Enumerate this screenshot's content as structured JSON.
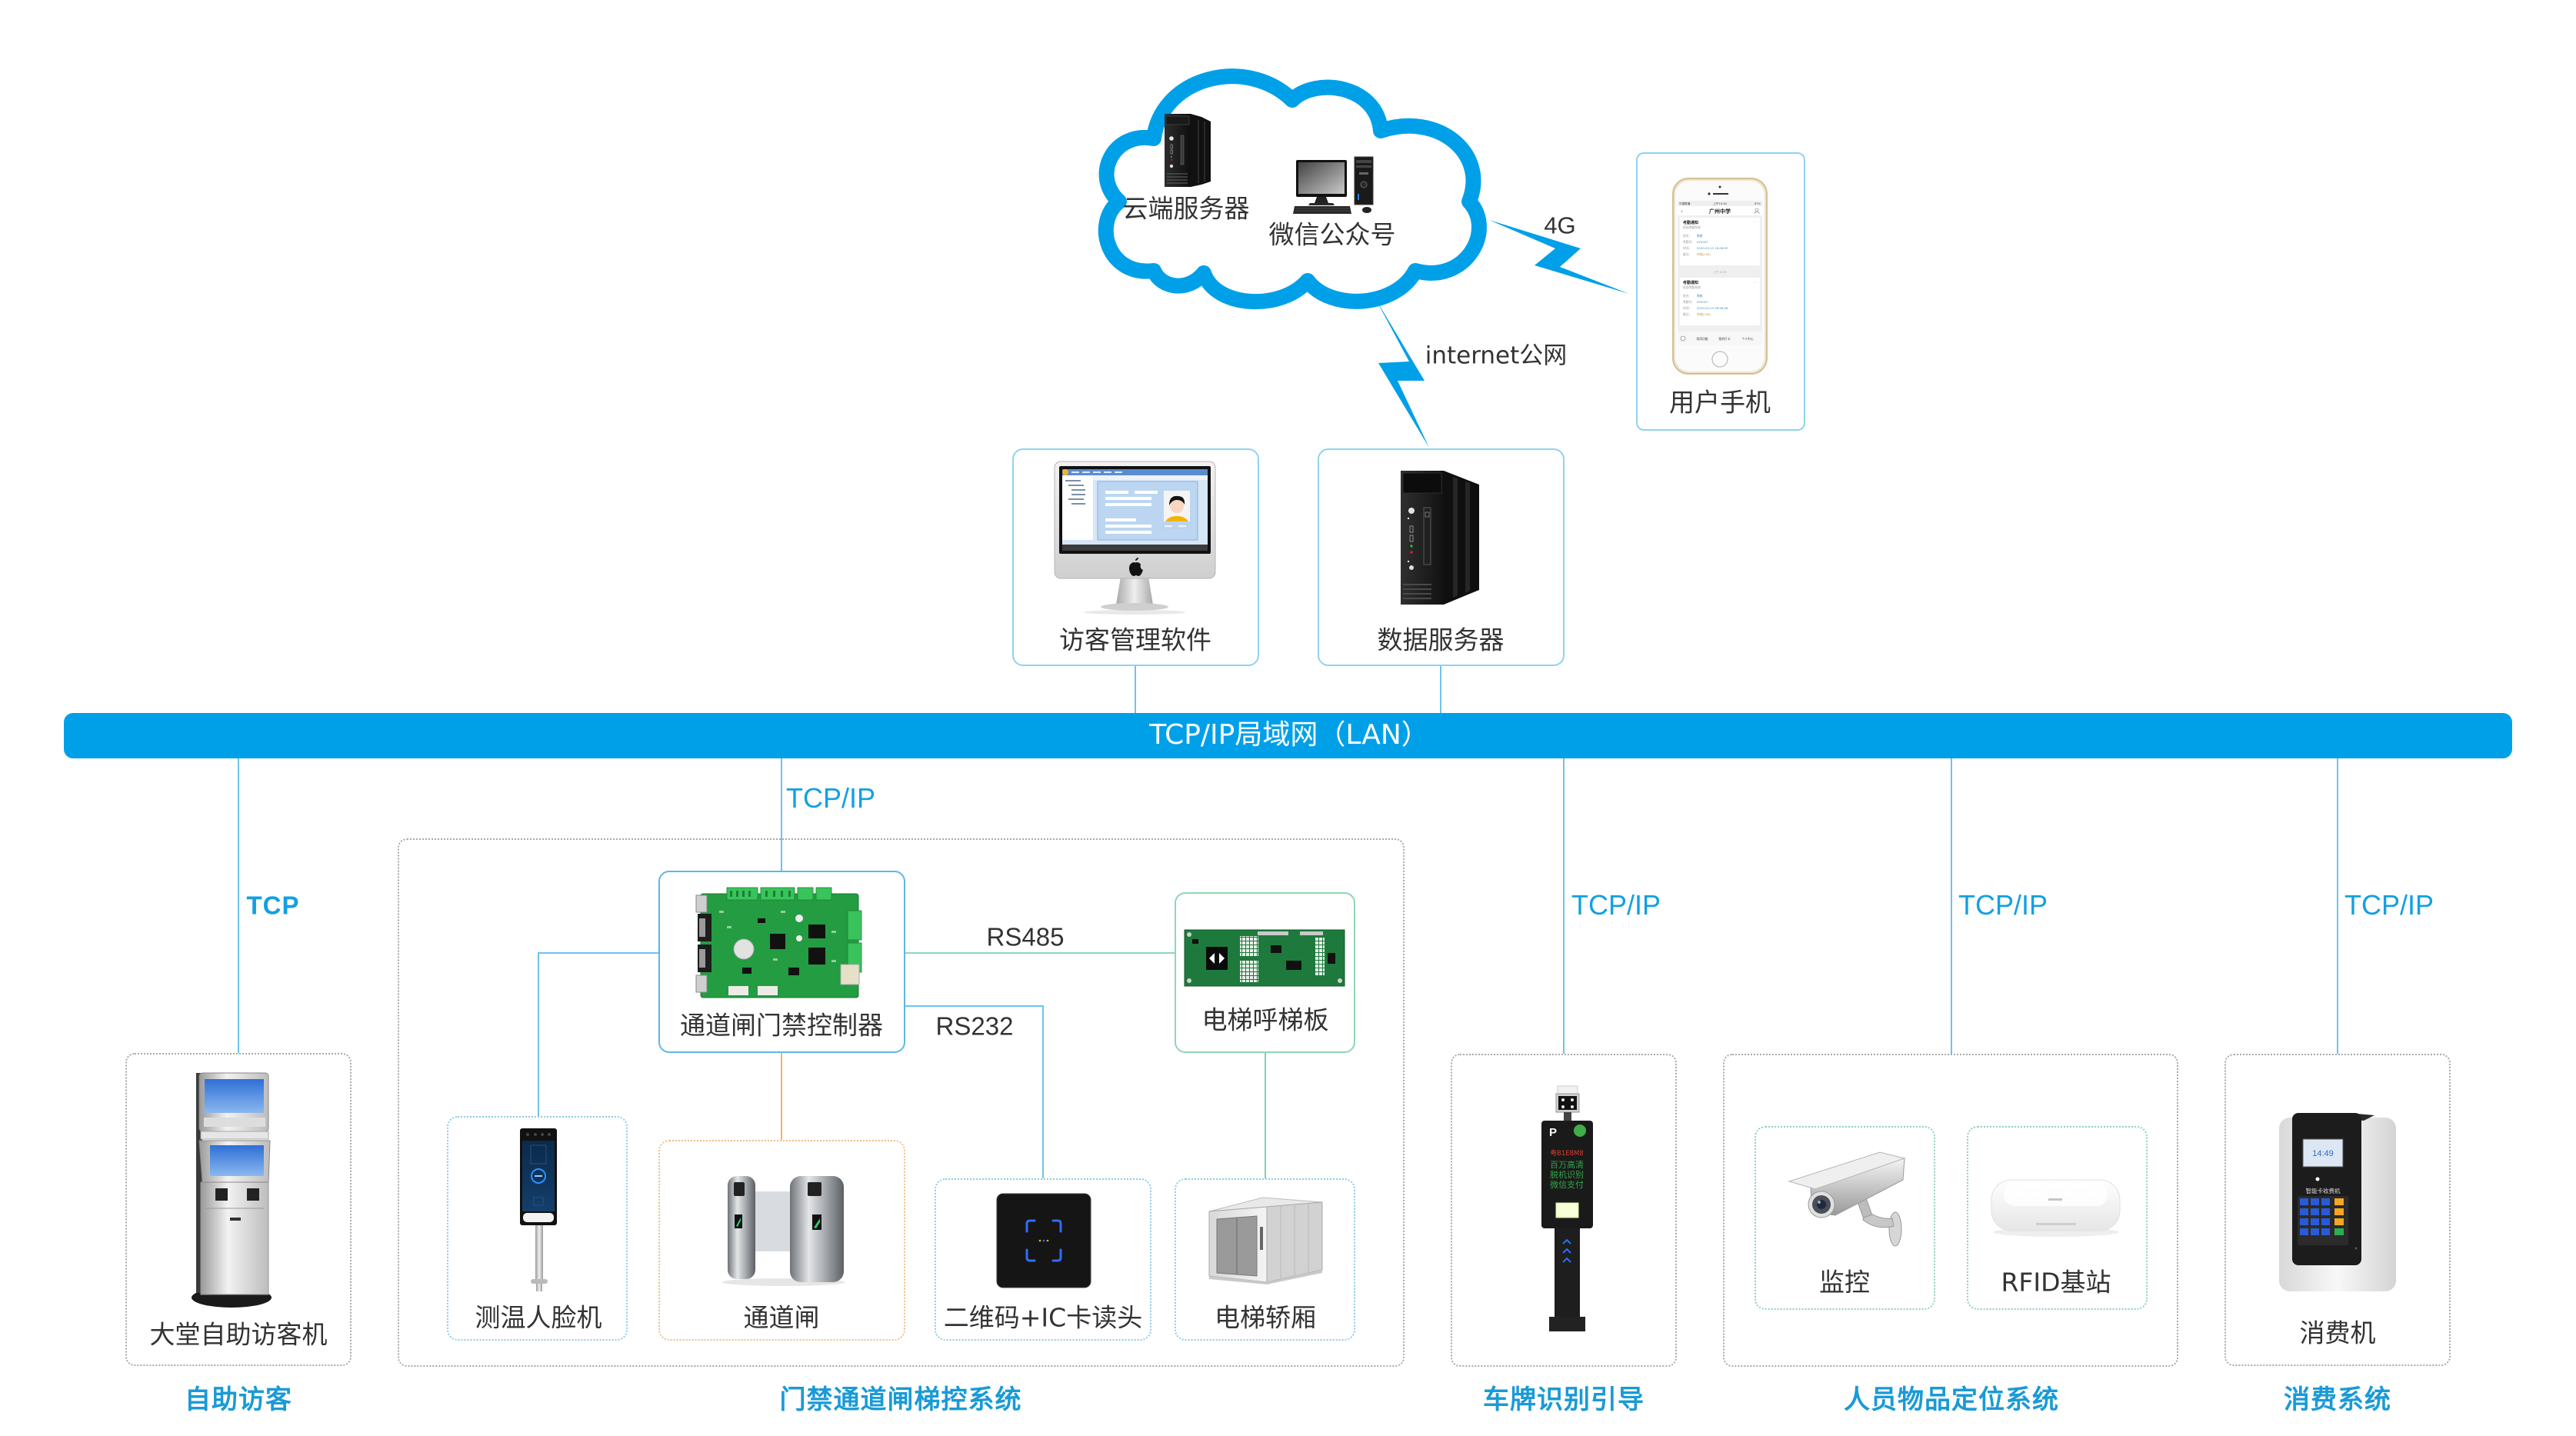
{
  "cloud": {
    "server": {
      "label": "云端服务器",
      "icon": "server-tower-icon"
    },
    "wechat": {
      "label": "微信公众号",
      "icon": "desktop-computer-icon"
    }
  },
  "links": {
    "mobile": "4G",
    "internet": "internet公网"
  },
  "phone": {
    "label": "用户手机",
    "icon": "smartphone-icon",
    "screen": {
      "carrier": "中国联通",
      "time": "上午10:34",
      "battery": "67%",
      "title": "广州中学",
      "divider_time": "上午 8:59",
      "cards": [
        {
          "title": "考勤通知",
          "subtitle": "校园考勤系统",
          "rows": [
            {
              "label": "姓名:",
              "value": "陈航"
            },
            {
              "label": "考勤号:",
              "value": "XY0007"
            },
            {
              "label": "时间:",
              "value": "2020-05-12 19:06:03"
            },
            {
              "label": "备注:",
              "value": "终端[138]"
            }
          ]
        },
        {
          "title": "考勤通知",
          "subtitle": "校园考勤系统",
          "rows": [
            {
              "label": "姓名:",
              "value": "陈航"
            },
            {
              "label": "考勤号:",
              "value": "XY0007"
            },
            {
              "label": "时间:",
              "value": "2020-05-13 08:58:56"
            },
            {
              "label": "备注:",
              "value": "终端[138]"
            }
          ]
        }
      ],
      "tabs": [
        "常用功能",
        "我的打卡",
        "个人中心"
      ]
    }
  },
  "servers": {
    "visitor_software": {
      "label": "访客管理软件",
      "icon": "imac-monitor-icon"
    },
    "data_server": {
      "label": "数据服务器",
      "icon": "server-tower-icon"
    }
  },
  "lan": {
    "label": "TCP/IP局域网（LAN）"
  },
  "protocols": {
    "self_service": "TCP",
    "access_control": "TCP/IP",
    "plate": "TCP/IP",
    "positioning": "TCP/IP",
    "consumption": "TCP/IP",
    "rs485": "RS485",
    "rs232": "RS232"
  },
  "groups": {
    "self_service": {
      "title": "自助访客",
      "device": "大堂自助访客机"
    },
    "access_control": {
      "title": "门禁通道闸梯控系统",
      "controller": "通道闸门禁控制器",
      "elevator_call_board": "电梯呼梯板",
      "devices": [
        "测温人脸机",
        "通道闸",
        "二维码+IC卡读头",
        "电梯轿厢"
      ]
    },
    "plate": {
      "title": "车牌识别引导",
      "display": {
        "parking_sign": "P",
        "plate": "粤B1E8M8",
        "lines": [
          "百万高清",
          "脱机识别",
          "微信支付"
        ]
      }
    },
    "positioning": {
      "title": "人员物品定位系统",
      "devices": [
        "监控",
        "RFID基站"
      ]
    },
    "consumption": {
      "title": "消费系统",
      "device": "消费机",
      "pos_screen": {
        "time": "14:49",
        "brand": "智能卡收费机"
      }
    }
  },
  "colors": {
    "network_blue": "#00A0E9",
    "group_title": "#1A9AD6",
    "label_text": "#333333",
    "rs485_line": "#8FD6B6",
    "gate_line": "#F3B36E"
  }
}
